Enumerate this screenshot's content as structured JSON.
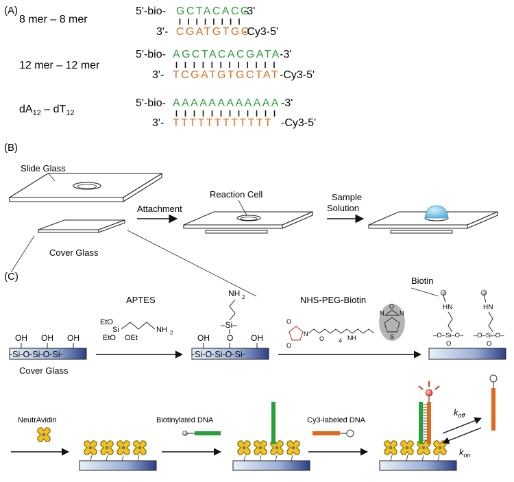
{
  "panel_a": {
    "label": "(A)",
    "pairs": [
      {
        "name_text": "8 mer – 8 mer",
        "top_prefix": "5'-bio-",
        "top_seq": "GCTACACG",
        "top_suffix": "-3'",
        "bottom_prefix": "3'-",
        "bottom_seq": "CGATGTGC",
        "bottom_suffix": "-Cy3-5'"
      },
      {
        "name_text": "12 mer – 12 mer",
        "top_prefix": "5'-bio-",
        "top_seq": "AGCTACACGATA",
        "top_suffix": "-3'",
        "bottom_prefix": "3'-",
        "bottom_seq": "TCGATGTGCTAT",
        "bottom_suffix": "-Cy3-5'"
      },
      {
        "name_main": "dA",
        "name_sub": "12",
        "name_mid": " – dT",
        "name_sub2": "12",
        "top_prefix": "5'-bio-",
        "top_seq": "AAAAAAAAAAAA",
        "top_suffix": "-3'",
        "bottom_prefix": "3'-",
        "bottom_seq": "TTTTTTTTTTTT",
        "bottom_suffix": "-Cy3-5'"
      }
    ]
  },
  "panel_b": {
    "label": "(B)",
    "slide_glass": "Slide Glass",
    "cover_glass": "Cover Glass",
    "attachment": "Attachment",
    "reaction_cell": "Reaction Cell",
    "sample_solution_1": "Sample",
    "sample_solution_2": "Solution"
  },
  "panel_c": {
    "label": "(C)",
    "aptes": "APTES",
    "nhs_peg_biotin": "NHS-PEG-Biotin",
    "biotin": "Biotin",
    "cover_glass": "Cover Glass",
    "surface_text": "-Si-O-Si-O-Si-",
    "oh": "OH",
    "nh2": "NH",
    "nh2_sub": "2",
    "si_dash": "–Si–",
    "o": "O",
    "hn": "HN",
    "eto": "EtO",
    "oet": "OEt",
    "si": "Si",
    "nh_text": "NH",
    "peg_sub": "4",
    "o_s": "S",
    "o_atom": "O",
    "n_atom": "N",
    "h_atom": "N",
    "siO_chain": "–O–Si–O–",
    "neutravidin": "NeutrAvidin",
    "biotinylated_dna": "Biotinylated DNA",
    "cy3_labeled_dna": "Cy3-labeled DNA",
    "k_off": "k",
    "k_off_sub": "off",
    "k_on": "k",
    "k_on_sub": "on"
  },
  "colors": {
    "green": "#2aa03a",
    "orange": "#e06a1c",
    "text": "#222222",
    "glass_light": "#dfe9f5",
    "glass_dark": "#3a4f8f",
    "avidin": "#f2c21a",
    "droplet": "#7cc6e6"
  }
}
